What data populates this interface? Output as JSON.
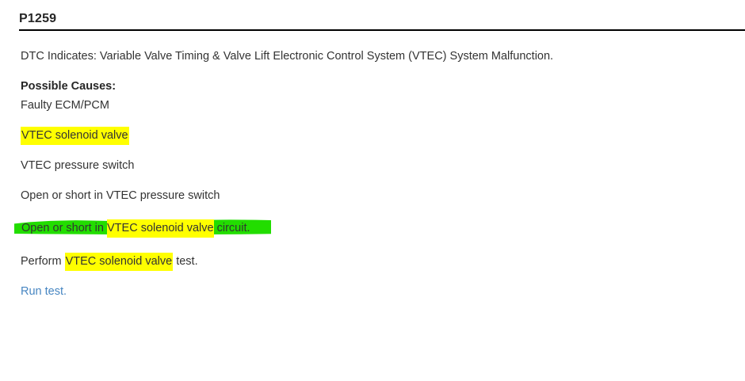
{
  "document": {
    "code_title": "P1259",
    "dtc_statement": "DTC Indicates: Variable Valve Timing & Valve Lift Electronic Control System (VTEC) System Malfunction.",
    "causes_label": "Possible Causes:",
    "causes": [
      {
        "id": "cause-faulty-ecm-pcm",
        "text": "Faulty ECM/PCM",
        "highlight": "none"
      },
      {
        "id": "cause-vtec-solenoid-valve",
        "text": "VTEC solenoid valve",
        "highlight": "yellow"
      },
      {
        "id": "cause-vtec-pressure-switch",
        "text": "VTEC pressure switch",
        "highlight": "none"
      },
      {
        "id": "cause-open-short-pressure-switch",
        "text": "Open or short in VTEC pressure switch",
        "highlight": "none"
      },
      {
        "id": "cause-open-short-solenoid-circuit",
        "highlight": "green-over-yellow",
        "segments": {
          "before": "Open or short in ",
          "emphasis": "VTEC solenoid valve",
          "after": " circuit."
        }
      }
    ],
    "action_line": {
      "before": "Perform ",
      "emphasis": "VTEC solenoid valve",
      "after": " test."
    },
    "run_test_link": "Run test."
  },
  "colors": {
    "highlight_yellow": "#ffff00",
    "highlight_green": "#22dd00",
    "link_blue": "#4786c2",
    "text": "#333333",
    "heading": "#262626",
    "rule": "#000000",
    "background": "#ffffff"
  }
}
